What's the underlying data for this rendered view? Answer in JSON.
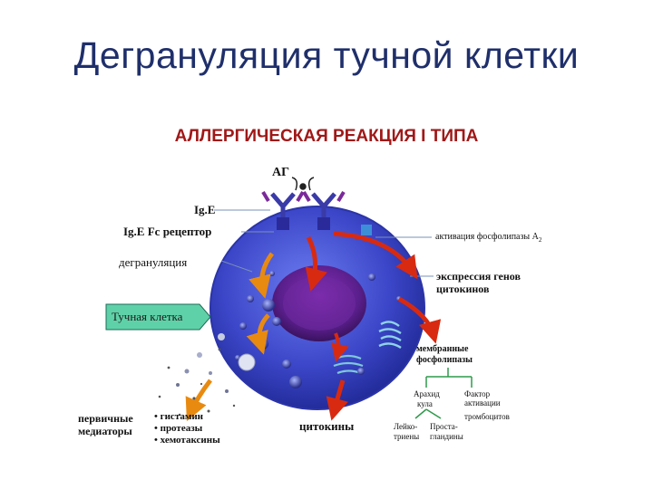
{
  "slide": {
    "title": "Дегрануляция тучной клетки",
    "subtitle": "АЛЛЕРГИЧЕСКАЯ  РЕАКЦИЯ  I  ТИПА"
  },
  "labels": {
    "antigen": "АГ",
    "ige": "Ig.E",
    "ige_receptor": "Ig.E Fc рецептор",
    "degranulation": "дегрануляция",
    "mast_cell": "Тучная клетка",
    "phospholipase_activation": "активация фосфолипазы А",
    "phospholipase_sub": "2",
    "cytokine_gene_expression_1": "экспрессия генов",
    "cytokine_gene_expression_2": "цитокинов",
    "membrane_phospholipids_1": "мембранные",
    "membrane_phospholipids_2": "фосфолипазы",
    "arachidonic_acid_1": "Арахид",
    "arachidonic_acid_2": "кула",
    "paf_1": "Фактор",
    "paf_2": "активации",
    "paf_3": "тромбоцитов",
    "leukotrienes_1": "Лейко-",
    "leukotrienes_2": "триены",
    "prostaglandins_1": "Проста-",
    "prostaglandins_2": "гландины",
    "primary_mediators_1": "первичные",
    "primary_mediators_2": "медиаторы",
    "cytokines": "цитокины"
  },
  "mediators": [
    "• гистамин",
    "• протеазы",
    "• хемотаксины"
  ],
  "colors": {
    "title": "#1f2f6b",
    "subtitle": "#a01818",
    "cell_body": "#3b46c8",
    "nucleus": "#5a1f8c",
    "arrow_red": "#d82a10",
    "arrow_orange": "#e88a10",
    "tree_green": "#2e9a4a",
    "mast_tag": "#5fd1a8",
    "receptor": "#2a2a9a"
  }
}
